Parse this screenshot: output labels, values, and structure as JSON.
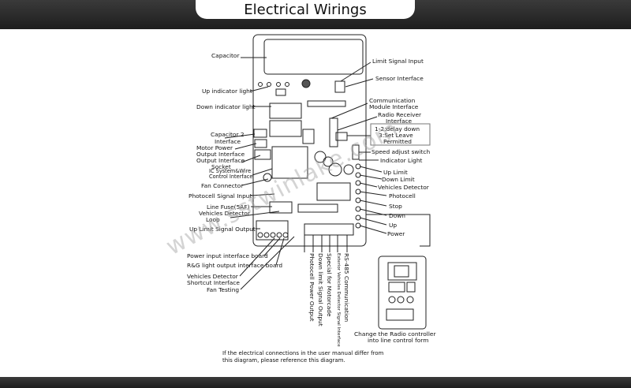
{
  "title": "Electrical Wirings",
  "labels_left": {
    "capacitor": "Capacitor",
    "up_indicator": "Up indicator light",
    "down_indicator": "Down indicator light",
    "capacitor2": "Capacitor 2",
    "interface": "Interface",
    "motor_power1": "Motor Power",
    "motor_power2": "Output Interface",
    "output_socket1": "Output Interface",
    "output_socket2": "Socket",
    "ic_system1": "IC System&Wire",
    "ic_system2": "Control Interface",
    "fan_connector": "Fan Connector",
    "photocell_input": "Photocell Signal Input",
    "line_fuse": "Line Fuse(5AF)",
    "vehicles_loop1": "Vehicles Detector",
    "vehicles_loop2": "Loop",
    "up_limit_output": "Up Limit Signal Output",
    "power_input_board": "Power input interface board",
    "rg_light": "R&G light output interface board",
    "vehicles_shortcut1": "Vehicles Detector",
    "vehicles_shortcut2": "Shortcut Interface",
    "fan_testing": "Fan Testing"
  },
  "labels_right": {
    "limit_signal": "Limit Signal Input",
    "sensor": "Sensor Interface",
    "comm1": "Communication",
    "comm2": "Module Interface",
    "radio1": "Radio Receiver",
    "radio2": "Interface",
    "delay1": "1-2:delay down",
    "delay2": "3:Set Leave",
    "delay3": "Permitted",
    "speed": "Speed adjust switch",
    "indicator": "Indicator Light",
    "up_limit": "Up Limit",
    "down_limit": "Down Limit",
    "veh_detector": "Vehicles Detector",
    "photocell": "Photocell",
    "stop": "Stop",
    "down": "Down",
    "up": "Up",
    "power": "Power"
  },
  "labels_vertical": {
    "photocell_power": "Photocell Power Output",
    "down_limit_out": "Down limit Signal Output",
    "special_motorcade": "Special for Motorcade",
    "exterior_vehicles": "Exterior Vehicles Detector Signal Interface",
    "rs485": "RS-485 Communication"
  },
  "radio_change1": "Change the Radio controller",
  "radio_change2": "into line control form",
  "note1": "If the electrical connections in the user manual differ from",
  "note2": "this diagram, please reference this diagram.",
  "watermark": "www.sstwinlake.com"
}
